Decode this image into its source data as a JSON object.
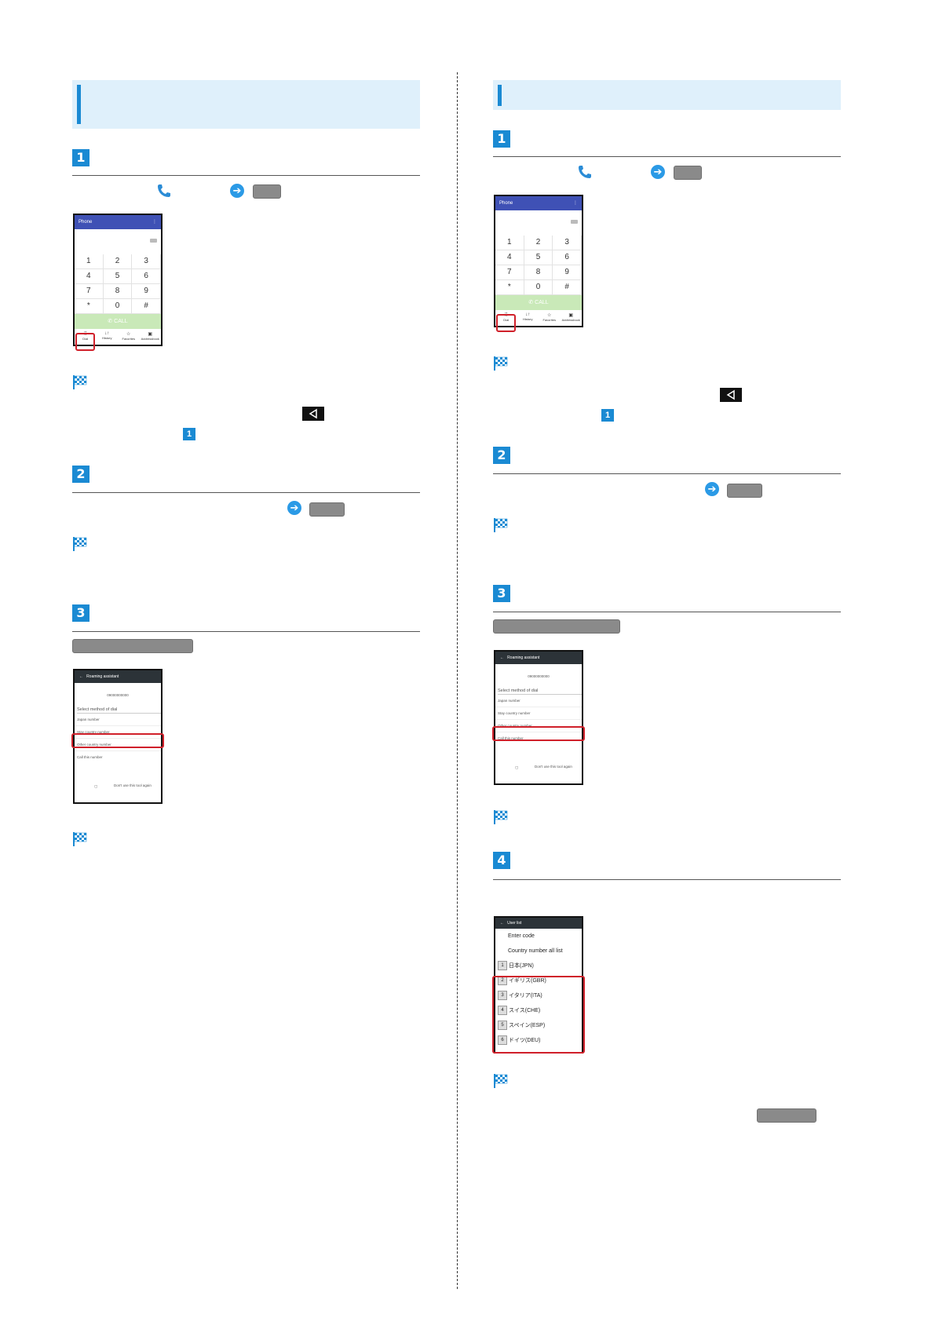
{
  "left": {
    "step_numbers": [
      "1",
      "2",
      "3"
    ],
    "mini_step": "1",
    "dialpad": {
      "title": "Phone",
      "menu": "⋮",
      "keys": [
        "1",
        "2",
        "3",
        "4",
        "5",
        "6",
        "7",
        "8",
        "9",
        "*",
        "0",
        "#"
      ],
      "call_label": "CALL",
      "nav": [
        {
          "icon": "⠿",
          "label": "Dial"
        },
        {
          "icon": "↓↑",
          "label": "History"
        },
        {
          "icon": "☆",
          "label": "Favorites"
        },
        {
          "icon": "▣",
          "label": "Addressbook"
        }
      ]
    },
    "roaming": {
      "title": "Roaming assistant",
      "number": "09000000000",
      "header": "Select method of dial",
      "options": [
        "Japan number",
        "Stay country number",
        "Other country number",
        "Call this number"
      ],
      "dont_use": "Don't use this tool again"
    }
  },
  "right": {
    "step_numbers": [
      "1",
      "2",
      "3",
      "4"
    ],
    "mini_step": "1",
    "dialpad": {
      "title": "Phone",
      "menu": "⋮",
      "keys": [
        "1",
        "2",
        "3",
        "4",
        "5",
        "6",
        "7",
        "8",
        "9",
        "*",
        "0",
        "#"
      ],
      "call_label": "CALL",
      "nav": [
        {
          "icon": "⠿",
          "label": "Dial"
        },
        {
          "icon": "↓↑",
          "label": "History"
        },
        {
          "icon": "☆",
          "label": "Favorites"
        },
        {
          "icon": "▣",
          "label": "Addressbook"
        }
      ]
    },
    "roaming": {
      "title": "Roaming assistant",
      "number": "09000000000",
      "header": "Select method of dial",
      "options": [
        "Japan number",
        "Stay country number",
        "Other country number",
        "Call this number"
      ],
      "dont_use": "Don't use this tool again"
    },
    "user_list": {
      "title": "User list",
      "items": [
        "Enter code",
        "Country number all list"
      ],
      "countries": [
        {
          "n": "1",
          "name": "日本(JPN)"
        },
        {
          "n": "2",
          "name": "イギリス(GBR)"
        },
        {
          "n": "3",
          "name": "イタリア(ITA)"
        },
        {
          "n": "4",
          "name": "スイス(CHE)"
        },
        {
          "n": "5",
          "name": "スペイン(ESP)"
        },
        {
          "n": "6",
          "name": "ドイツ(DEU)"
        }
      ]
    }
  },
  "colors": {
    "accent": "#1a8ad3",
    "header_bg": "#dff0fb",
    "highlight": "#d0202a",
    "call_green": "#c9e9b8",
    "appbar": "#3f51b5"
  }
}
